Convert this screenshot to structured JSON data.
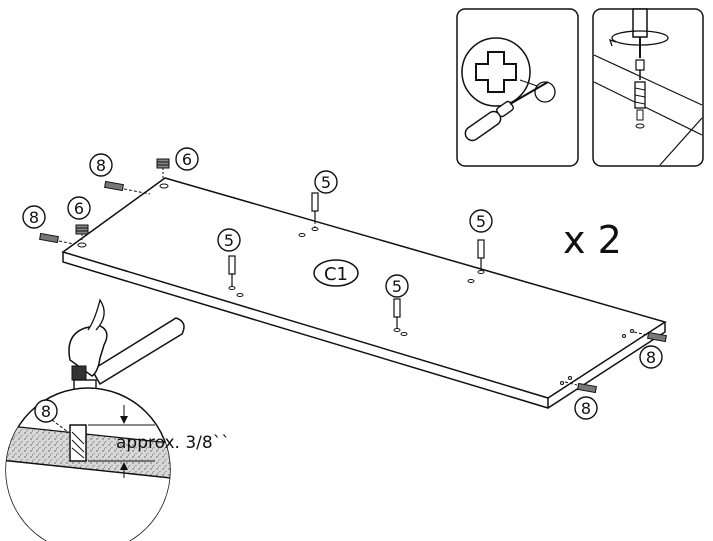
{
  "panel_label": "C1",
  "quantity": "x 2",
  "depth_note": "approx. 3/8``",
  "part_numbers": {
    "dowel": "8",
    "cam_lock": "6",
    "cam_bolt": "5"
  },
  "colors": {
    "line": "#111111",
    "background": "#ffffff"
  },
  "icons": [
    "screwdriver-icon",
    "phillips-head-icon",
    "hammer-icon",
    "dowel-icon",
    "cam-lock-icon",
    "cam-bolt-icon"
  ]
}
